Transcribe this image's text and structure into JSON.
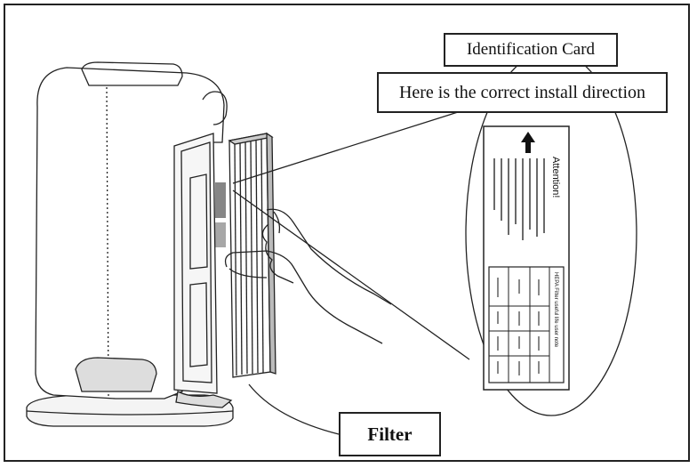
{
  "callouts": {
    "identification_card": "Identification Card",
    "install_direction": "Here is the correct install direction",
    "filter": "Filter"
  },
  "card": {
    "heading": "Attention!",
    "table_title": "HEPA Filter useful life user note"
  },
  "colors": {
    "line": "#222222",
    "background": "#ffffff",
    "shading": "#cccccc"
  },
  "icons": [
    "up-arrow-icon"
  ]
}
